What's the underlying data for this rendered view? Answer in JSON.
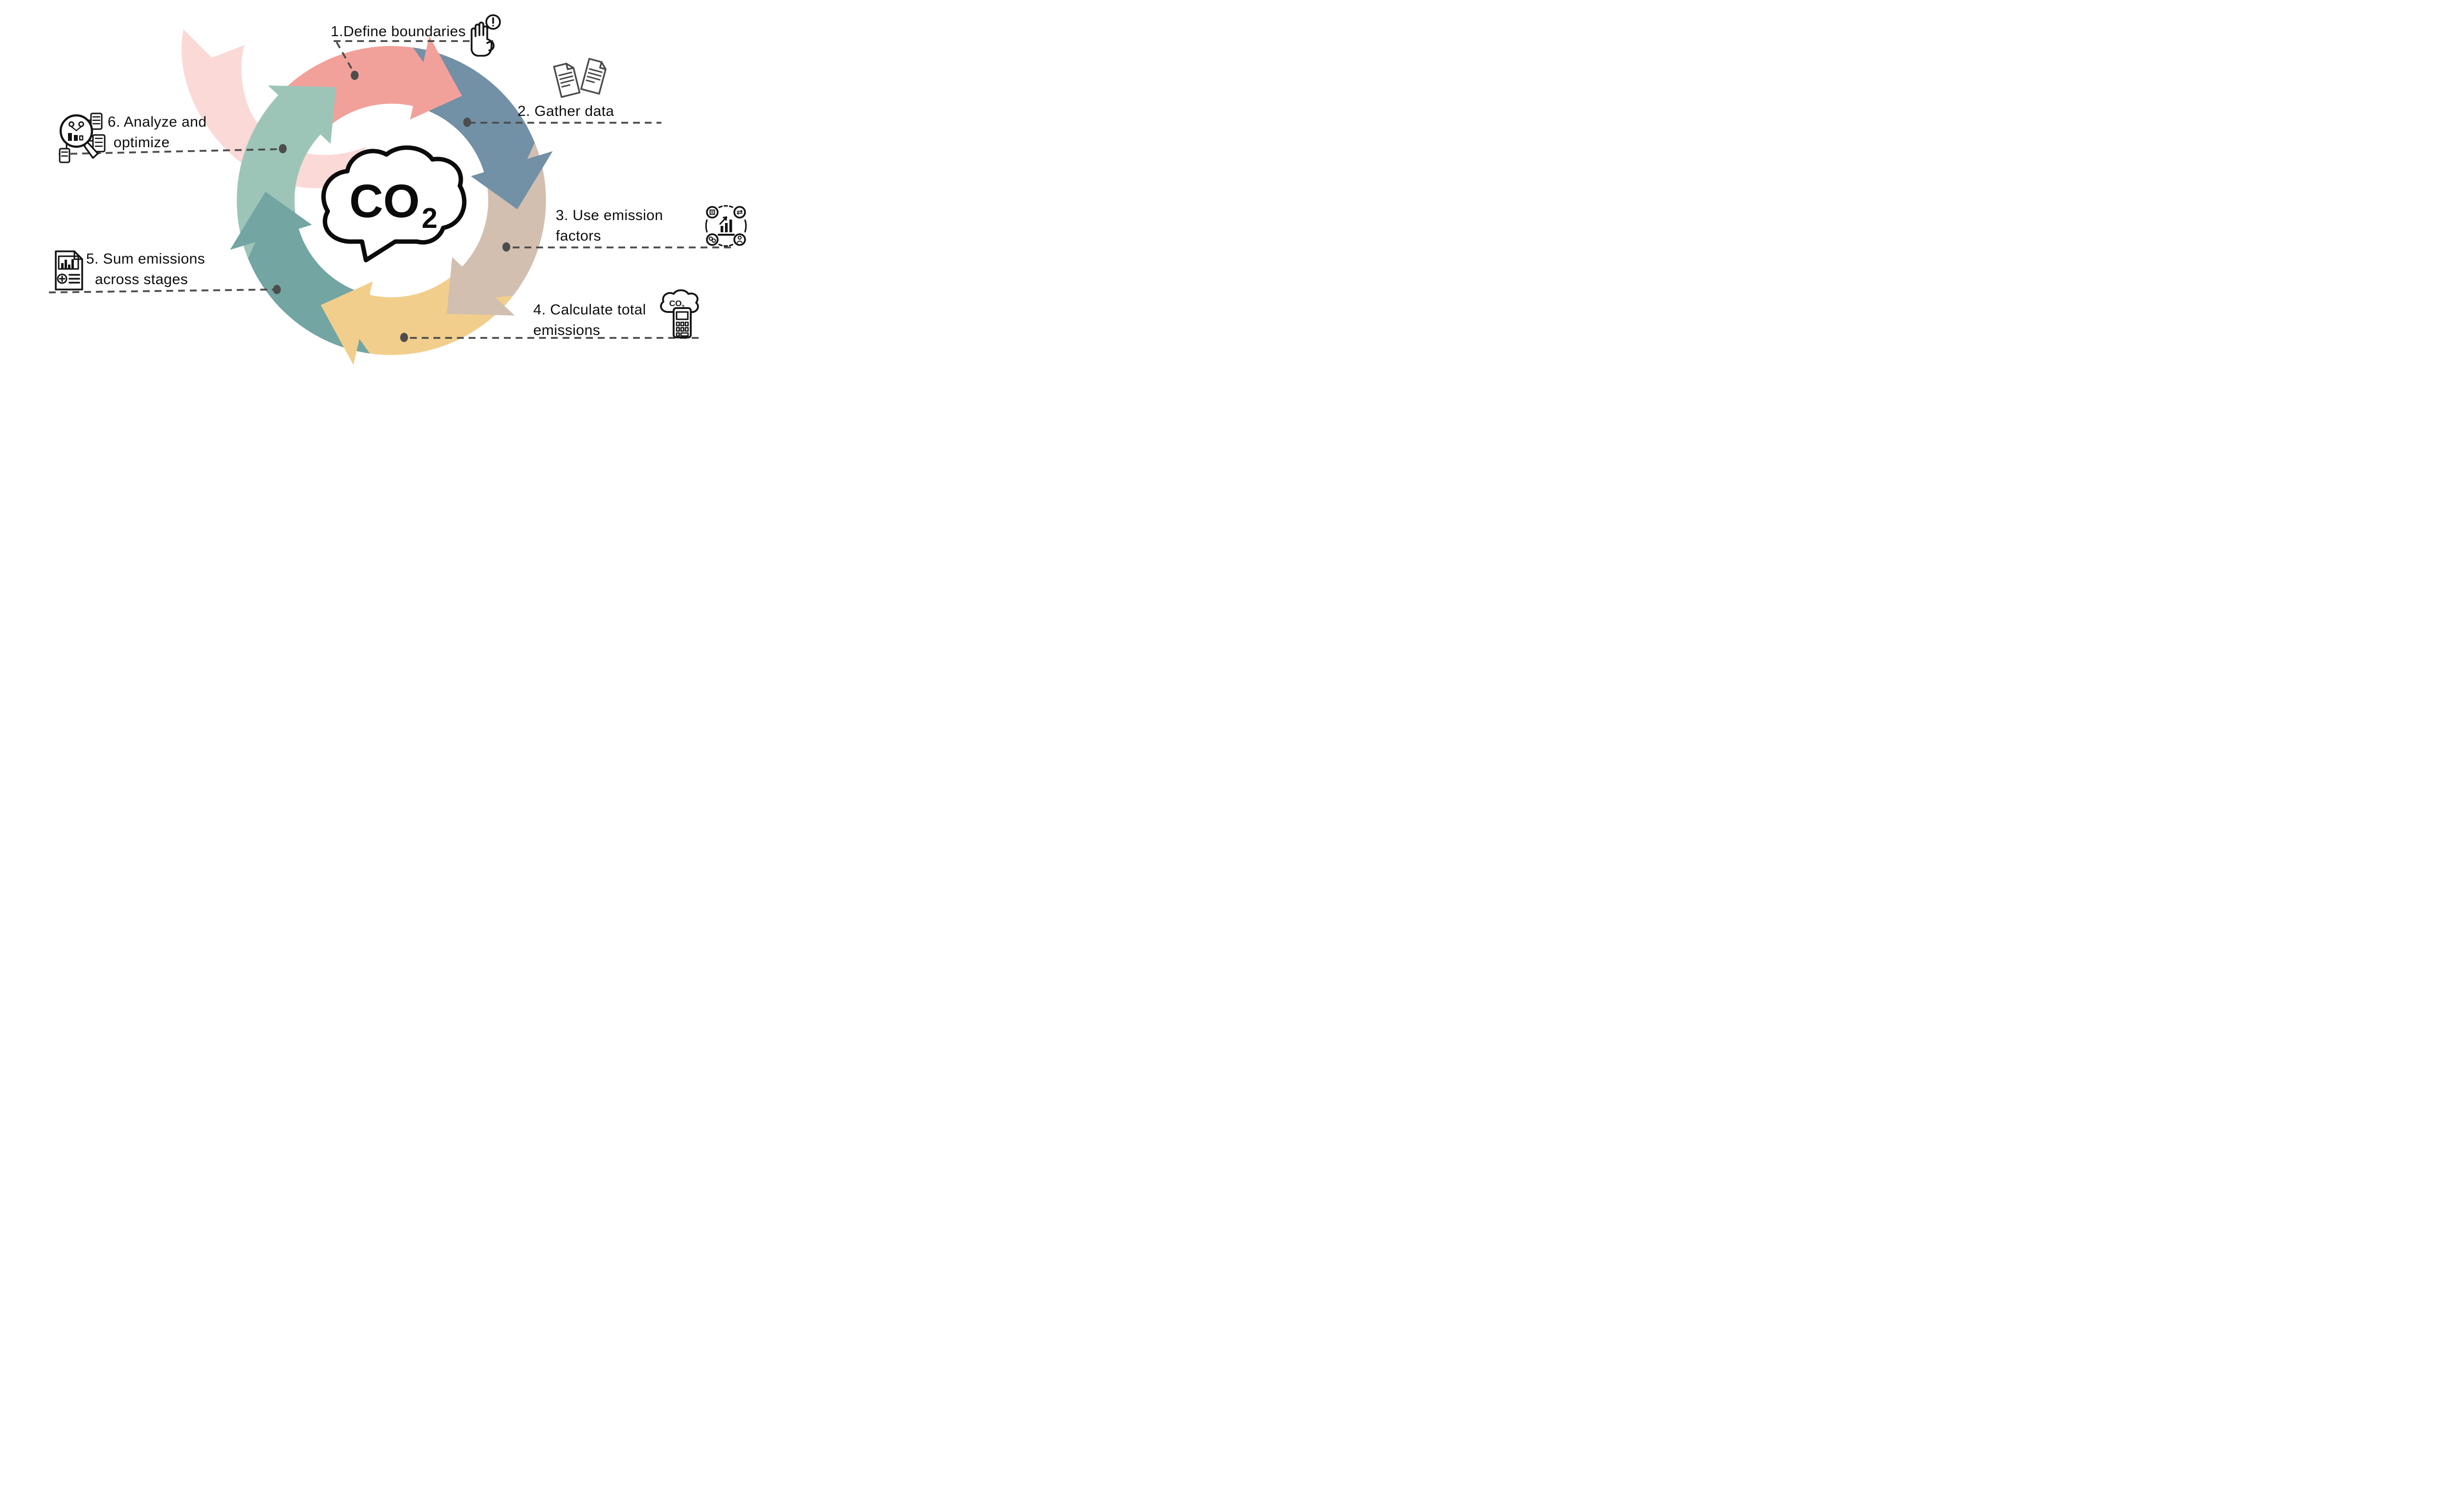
{
  "diagram": {
    "background": "#FFFFFF",
    "text_color": "#0E0E0E",
    "connector_color": "#4D4D4D",
    "center_icon": {
      "label": "CO",
      "subscript": "2"
    },
    "decor": {
      "faded_arrow_color": "#FAD9D6"
    },
    "steps": [
      {
        "id": 1,
        "line1": "1.Define boundaries",
        "line2": "",
        "icon": "attention-hand-icon",
        "icon_glyph": "!",
        "color": "#F1A19A"
      },
      {
        "id": 2,
        "line1": "2. Gather data",
        "line2": "",
        "icon": "documents-icon",
        "color": "#7290A6"
      },
      {
        "id": 3,
        "line1": "3. Use emission",
        "line2": "factors",
        "icon": "emission-factors-icon",
        "color": "#D2BFB0"
      },
      {
        "id": 4,
        "line1": "4. Calculate total",
        "line2": "emissions",
        "icon": "co2-calculator-icon",
        "icon_label": "CO",
        "icon_label_sub": "2",
        "color": "#F2CE8C"
      },
      {
        "id": 5,
        "line1": "5. Sum emissions",
        "line2": "across stages",
        "icon": "sum-report-icon",
        "color": "#73A5A2"
      },
      {
        "id": 6,
        "line1": "6. Analyze and",
        "line2": "optimize",
        "icon": "magnifier-analysis-icon",
        "color": "#9CC5B8"
      }
    ]
  }
}
